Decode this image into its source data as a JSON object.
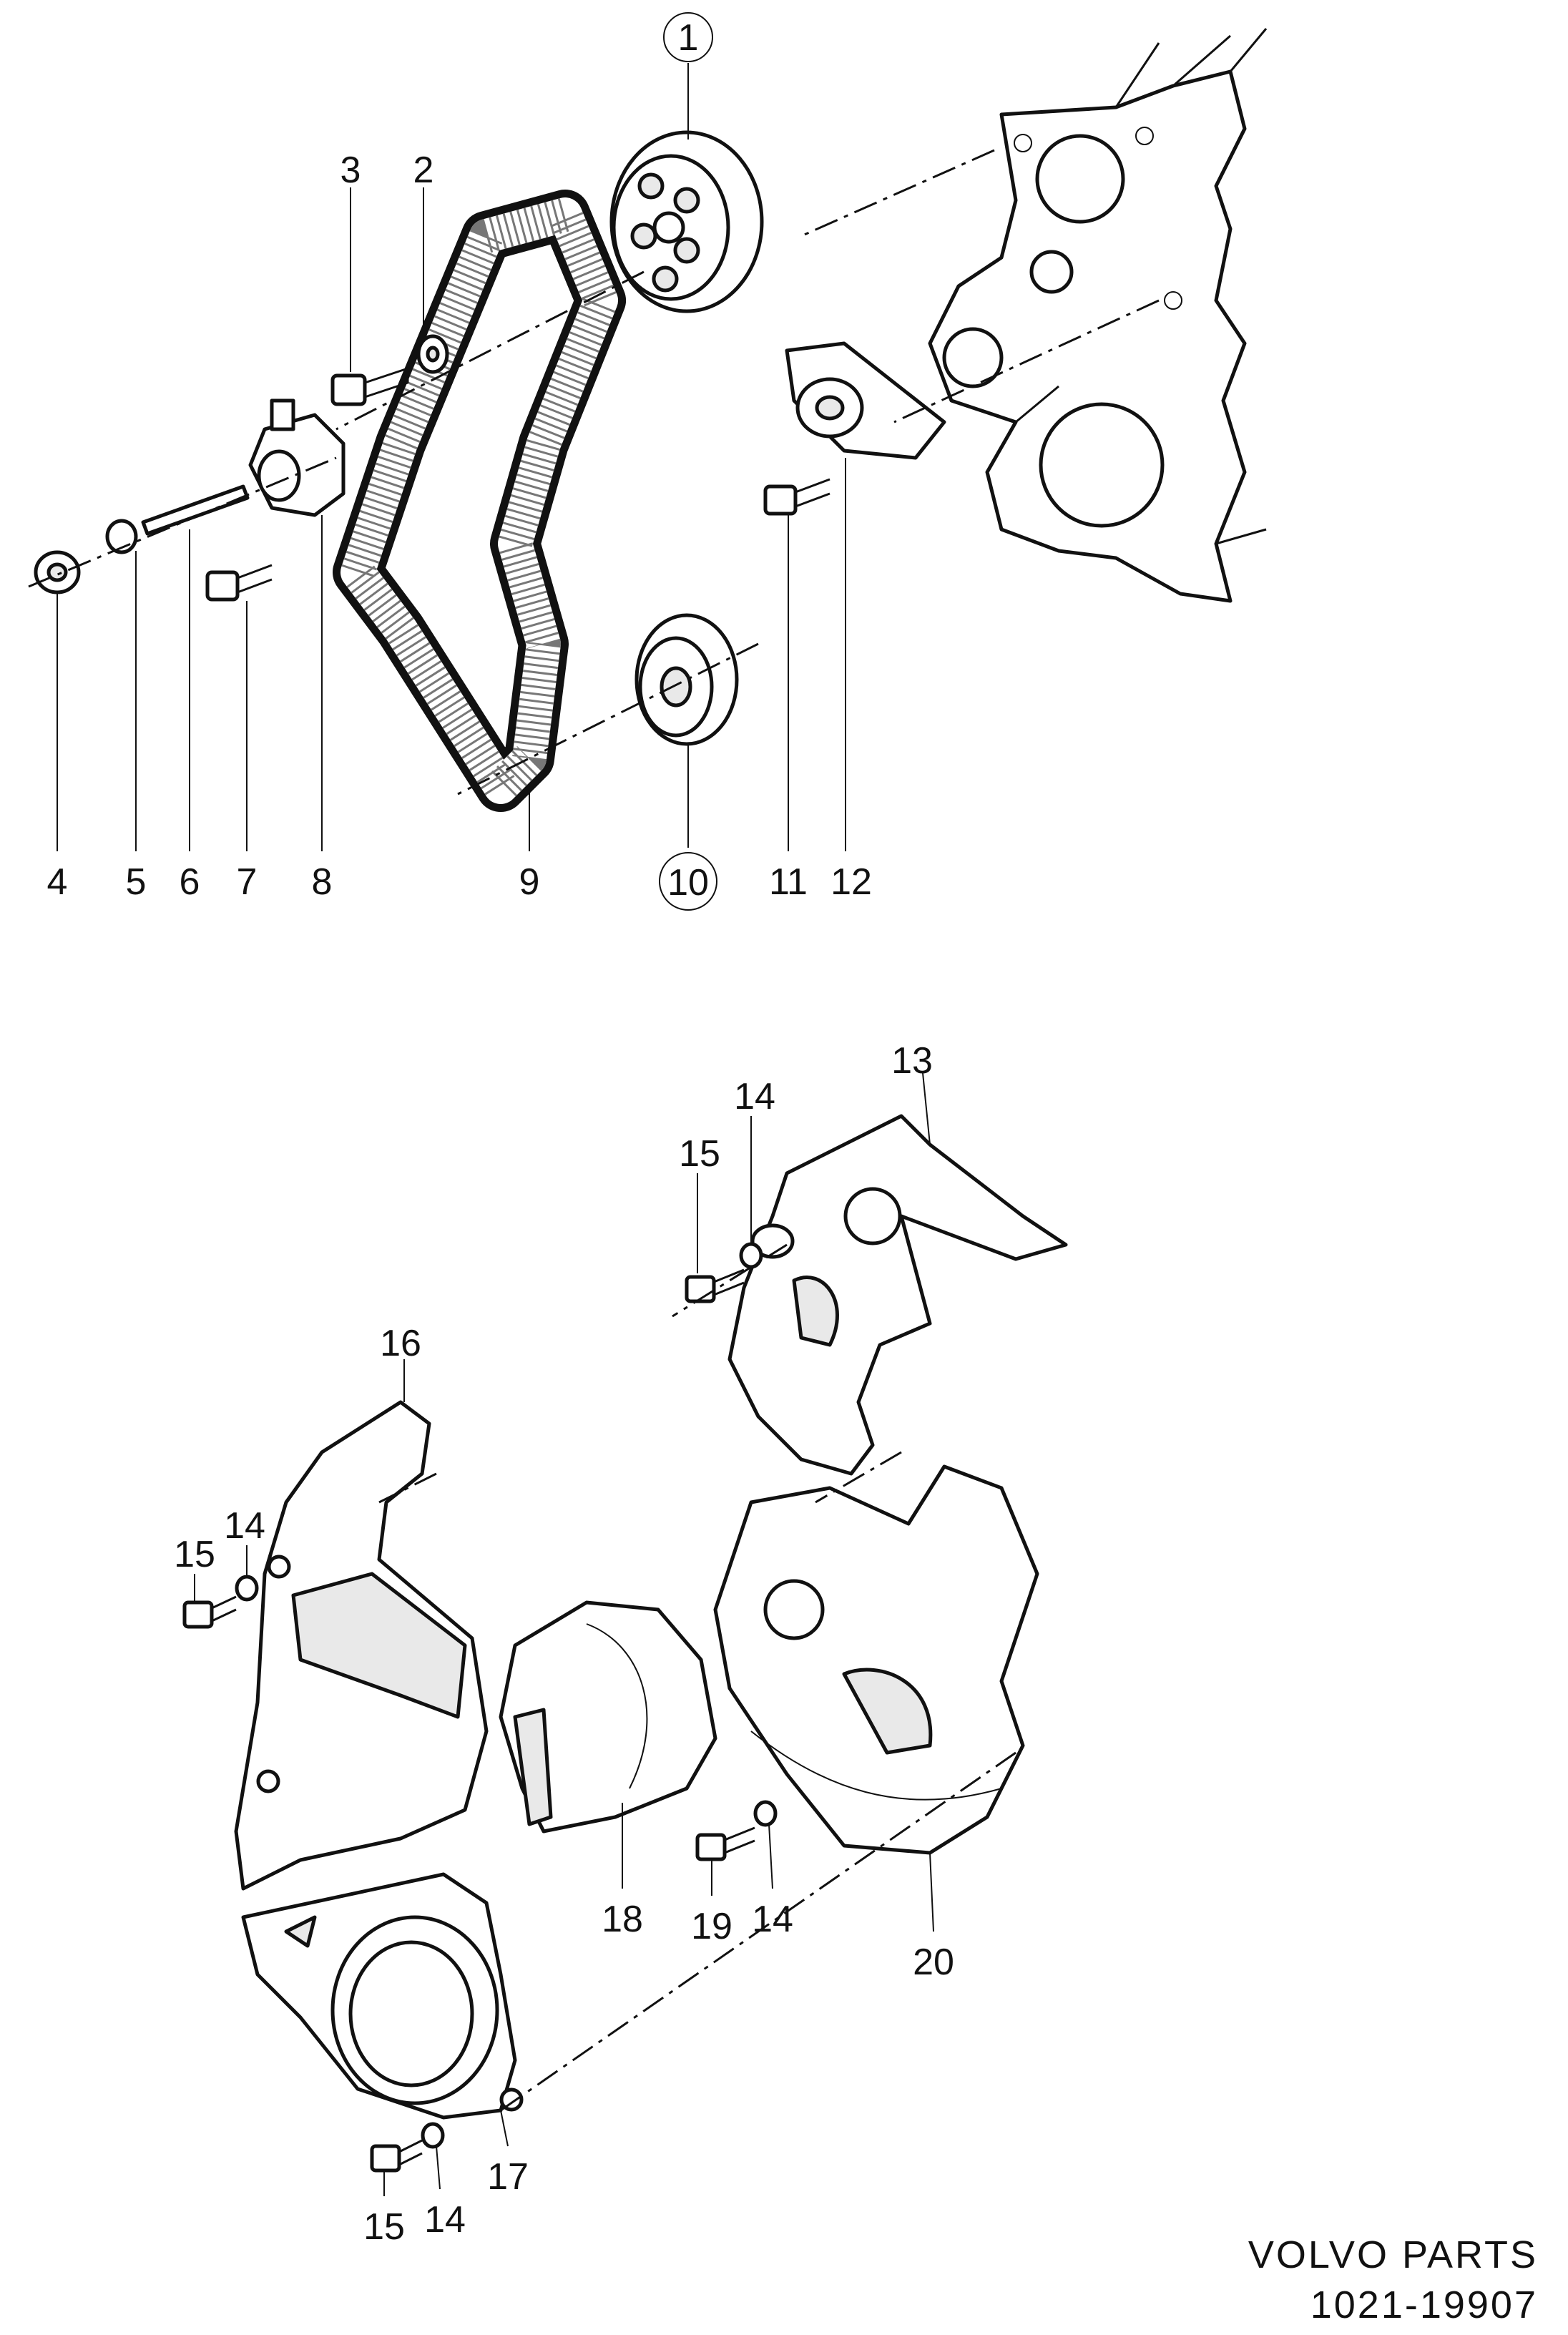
{
  "callouts": [
    {
      "label": "1",
      "circled": true
    },
    {
      "label": "2"
    },
    {
      "label": "3"
    },
    {
      "label": "4"
    },
    {
      "label": "5"
    },
    {
      "label": "6"
    },
    {
      "label": "7"
    },
    {
      "label": "8"
    },
    {
      "label": "9"
    },
    {
      "label": "10",
      "circled": true
    },
    {
      "label": "11"
    },
    {
      "label": "12"
    },
    {
      "label": "13"
    },
    {
      "label": "14"
    },
    {
      "label": "15"
    },
    {
      "label": "14"
    },
    {
      "label": "15"
    },
    {
      "label": "16"
    },
    {
      "label": "17"
    },
    {
      "label": "18"
    },
    {
      "label": "19"
    },
    {
      "label": "14"
    },
    {
      "label": "20"
    },
    {
      "label": "14"
    },
    {
      "label": "15"
    }
  ],
  "footer": {
    "brand": "VOLVO  PARTS",
    "code": "1021-19907"
  }
}
